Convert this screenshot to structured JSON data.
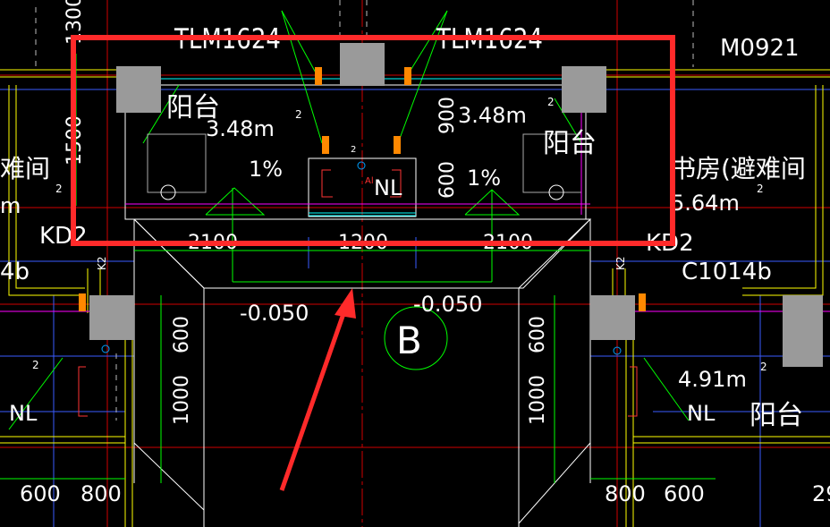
{
  "labels": {
    "door_left": "TLM1624",
    "door_right": "TLM1624",
    "door_far_right": "M0921",
    "dim_1300": "1300",
    "dim_1500": "1500",
    "balcony_left": "阳台",
    "balcony_right": "阳台",
    "balcony_lower_right": "阳台",
    "elev_left": "3.48m",
    "elev_right": "3.48m",
    "elev_far_right": "5.64m",
    "elev_lower_right": "4.91m",
    "dim_900": "900",
    "dim_600_top": "600",
    "slope_left": "1%",
    "slope_right": "1%",
    "nl_center": "NL",
    "nl_lower_left": "NL",
    "nl_lower_right": "NL",
    "room_left": "难间",
    "room_right": "书房(避难间",
    "m_fragment": "m",
    "kd2_left": "KD2",
    "kd2_right": "KD2",
    "window_left": "4b",
    "window_right": "C1014b",
    "k2_left": "K2",
    "k2_right": "K2",
    "dim_2100_left": "2100",
    "dim_1200": "1200",
    "dim_2100_right": "2100",
    "level_left": "-0.050",
    "level_right": "-0.050",
    "axis_b": "B",
    "dim_600_left": "600",
    "dim_1000_left": "1000",
    "dim_600_right": "600",
    "dim_1000_right": "1000",
    "bot_600_left": "600",
    "bot_800_left": "800",
    "bot_800_right": "800",
    "bot_600_right": "600",
    "bot_29": "29",
    "small_2_a": "2",
    "small_2_b": "2",
    "small_2_c": "2",
    "small_2_d": "2",
    "small_2_e": "2",
    "small_2_f": "2",
    "small_2_g": "2",
    "al_mark": "Al"
  },
  "colors": {
    "highlight": "#ff2a2a",
    "wall": "#ffff00",
    "dimension": "#00ff00",
    "column": "#9a9a9a",
    "axis": "#ff0000",
    "magenta": "#ff00ff",
    "cyan": "#00ffff"
  }
}
